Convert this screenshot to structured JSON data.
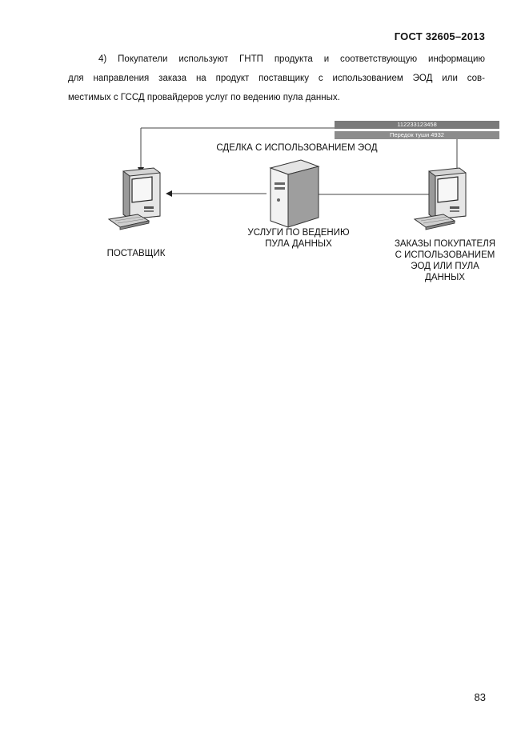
{
  "header": {
    "standard": "ГОСТ 32605–2013"
  },
  "paragraph": {
    "lines": [
      "4) Покупатели используют ГНТП продукта и соответствующую информацию",
      "для направления заказа на продукт поставщику с использованием ЭОД или сов-",
      "местимых с ГССД провайдеров услуг по ведению пула данных."
    ]
  },
  "diagram": {
    "transaction_label": "СДЕЛКА С ИСПОЛЬЗОВАНИЕМ ЭОД",
    "data_bar_1": "112233123458",
    "data_bar_2": "Передок туши 4932",
    "supplier_label": "ПОСТАВЩИК",
    "server_label_1": "УСЛУГИ ПО ВЕДЕНИЮ",
    "server_label_2": "ПУЛА ДАННЫХ",
    "buyer_label_1": "ЗАКАЗЫ ПОКУПАТЕЛЯ",
    "buyer_label_2": "С ИСПОЛЬЗОВАНИЕМ",
    "buyer_label_3": "ЭОД ИЛИ ПУЛА",
    "buyer_label_4": "ДАННЫХ",
    "icons": [
      "computer-icon",
      "server-icon",
      "computer-icon"
    ]
  },
  "footer": {
    "page_number": "83"
  }
}
